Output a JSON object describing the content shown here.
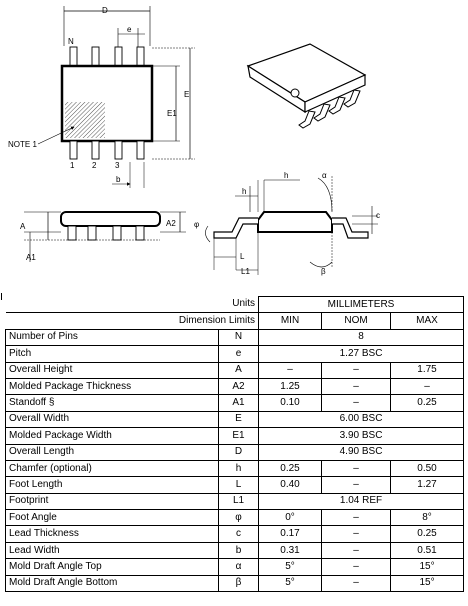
{
  "drawing": {
    "labels": {
      "D": "D",
      "e": "e",
      "N": "N",
      "E": "E",
      "E1": "E1",
      "note": "NOTE 1",
      "pin1": "1",
      "pin2": "2",
      "pin3": "3",
      "b": "b",
      "A": "A",
      "A2": "A2",
      "A1": "A1",
      "h_left": "h",
      "h_top": "h",
      "alpha": "α",
      "c": "c",
      "phi": "φ",
      "L": "L",
      "L1": "L1",
      "beta": "β"
    }
  },
  "table": {
    "units_label": "Units",
    "units_value": "MILLIMETERS",
    "dim_limits_label": "Dimension Limits",
    "col_min": "MIN",
    "col_nom": "NOM",
    "col_max": "MAX",
    "rows": [
      {
        "name": "Number of Pins",
        "sym": "N",
        "min": "",
        "nom": "8",
        "max": "",
        "span": true
      },
      {
        "name": "Pitch",
        "sym": "e",
        "min": "",
        "nom": "1.27 BSC",
        "max": "",
        "span": true
      },
      {
        "name": "Overall Height",
        "sym": "A",
        "min": "–",
        "nom": "–",
        "max": "1.75",
        "span": false
      },
      {
        "name": "Molded Package Thickness",
        "sym": "A2",
        "min": "1.25",
        "nom": "–",
        "max": "–",
        "span": false
      },
      {
        "name": "Standoff  §",
        "sym": "A1",
        "min": "0.10",
        "nom": "–",
        "max": "0.25",
        "span": false
      },
      {
        "name": "Overall Width",
        "sym": "E",
        "min": "",
        "nom": "6.00 BSC",
        "max": "",
        "span": true
      },
      {
        "name": "Molded Package Width",
        "sym": "E1",
        "min": "",
        "nom": "3.90 BSC",
        "max": "",
        "span": true
      },
      {
        "name": "Overall Length",
        "sym": "D",
        "min": "",
        "nom": "4.90 BSC",
        "max": "",
        "span": true
      },
      {
        "name": "Chamfer (optional)",
        "sym": "h",
        "min": "0.25",
        "nom": "–",
        "max": "0.50",
        "span": false
      },
      {
        "name": "Foot Length",
        "sym": "L",
        "min": "0.40",
        "nom": "–",
        "max": "1.27",
        "span": false
      },
      {
        "name": "Footprint",
        "sym": "L1",
        "min": "",
        "nom": "1.04 REF",
        "max": "",
        "span": true
      },
      {
        "name": "Foot Angle",
        "sym": "φ",
        "min": "0°",
        "nom": "–",
        "max": "8°",
        "span": false
      },
      {
        "name": "Lead Thickness",
        "sym": "c",
        "min": "0.17",
        "nom": "–",
        "max": "0.25",
        "span": false
      },
      {
        "name": "Lead Width",
        "sym": "b",
        "min": "0.31",
        "nom": "–",
        "max": "0.51",
        "span": false
      },
      {
        "name": "Mold Draft Angle Top",
        "sym": "α",
        "min": "5°",
        "nom": "–",
        "max": "15°",
        "span": false
      },
      {
        "name": "Mold Draft Angle Bottom",
        "sym": "β",
        "min": "5°",
        "nom": "–",
        "max": "15°",
        "span": false
      }
    ]
  }
}
